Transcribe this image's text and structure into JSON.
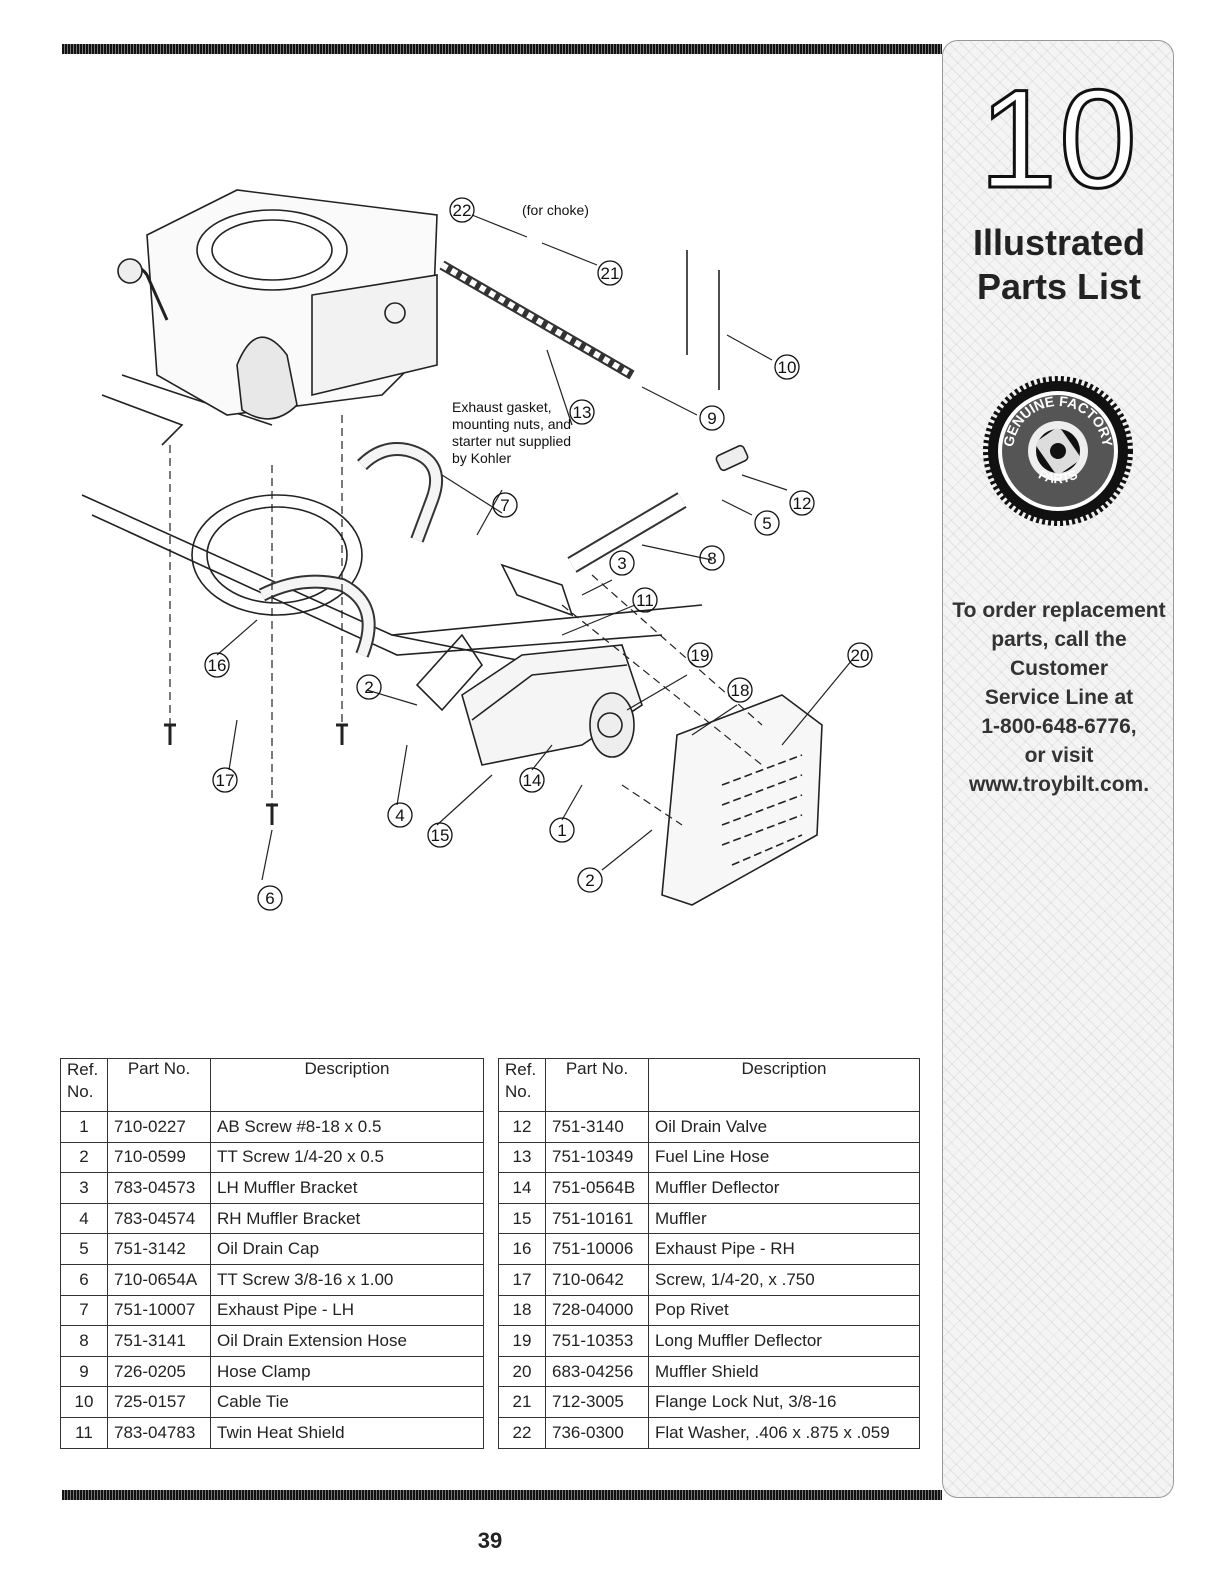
{
  "sidebar": {
    "chapter_number": "10",
    "title_line1": "Illustrated",
    "title_line2": "Parts List",
    "seal_top_text": "GENUINE FACTORY",
    "seal_bottom_text": "PARTS",
    "order_line1": "To order replacement",
    "order_line2": "parts, call the Customer",
    "order_line3": "Service Line at",
    "order_line4": "1-800-648-6776,",
    "order_line5": "or visit",
    "order_line6": "www.troybilt.com."
  },
  "diagram": {
    "choke_note": "(for choke)",
    "kohler_note_line1": "Exhaust gasket,",
    "kohler_note_line2": "mounting nuts, and",
    "kohler_note_line3": "starter nut supplied",
    "kohler_note_line4": "by Kohler",
    "callouts": {
      "c22": "22",
      "c21": "21",
      "c10": "10",
      "c9": "9",
      "c13": "13",
      "c12": "12",
      "c5": "5",
      "c7": "7",
      "c8": "8",
      "c3": "3",
      "c11": "11",
      "c19": "19",
      "c20": "20",
      "c18": "18",
      "c16": "16",
      "c2a": "2",
      "c17": "17",
      "c4": "4",
      "c15": "15",
      "c14": "14",
      "c1": "1",
      "c2b": "2",
      "c6": "6"
    }
  },
  "table_headers": {
    "ref_line1": "Ref.",
    "ref_line2": "No.",
    "part_no": "Part No.",
    "description": "Description"
  },
  "parts_left": [
    {
      "ref": "1",
      "part": "710-0227",
      "desc": "AB Screw #8-18 x 0.5"
    },
    {
      "ref": "2",
      "part": "710-0599",
      "desc": "TT Screw 1/4-20 x 0.5"
    },
    {
      "ref": "3",
      "part": "783-04573",
      "desc": "LH Muffler Bracket"
    },
    {
      "ref": "4",
      "part": "783-04574",
      "desc": "RH Muffler Bracket"
    },
    {
      "ref": "5",
      "part": "751-3142",
      "desc": "Oil Drain Cap"
    },
    {
      "ref": "6",
      "part": "710-0654A",
      "desc": "TT Screw 3/8-16 x 1.00"
    },
    {
      "ref": "7",
      "part": "751-10007",
      "desc": "Exhaust Pipe - LH"
    },
    {
      "ref": "8",
      "part": "751-3141",
      "desc": "Oil Drain Extension Hose"
    },
    {
      "ref": "9",
      "part": "726-0205",
      "desc": "Hose Clamp"
    },
    {
      "ref": "10",
      "part": "725-0157",
      "desc": "Cable Tie"
    },
    {
      "ref": "11",
      "part": "783-04783",
      "desc": "Twin Heat Shield"
    }
  ],
  "parts_right": [
    {
      "ref": "12",
      "part": "751-3140",
      "desc": "Oil Drain Valve"
    },
    {
      "ref": "13",
      "part": "751-10349",
      "desc": "Fuel Line Hose"
    },
    {
      "ref": "14",
      "part": "751-0564B",
      "desc": "Muffler Deflector"
    },
    {
      "ref": "15",
      "part": "751-10161",
      "desc": "Muffler"
    },
    {
      "ref": "16",
      "part": "751-10006",
      "desc": "Exhaust Pipe - RH"
    },
    {
      "ref": "17",
      "part": "710-0642",
      "desc": "Screw, 1/4-20, x .750"
    },
    {
      "ref": "18",
      "part": "728-04000",
      "desc": "Pop Rivet"
    },
    {
      "ref": "19",
      "part": "751-10353",
      "desc": "Long Muffler Deflector"
    },
    {
      "ref": "20",
      "part": "683-04256",
      "desc": "Muffler Shield"
    },
    {
      "ref": "21",
      "part": "712-3005",
      "desc": "Flange Lock Nut, 3/8-16"
    },
    {
      "ref": "22",
      "part": "736-0300",
      "desc": "Flat Washer, .406 x .875 x .059"
    }
  ],
  "page_number": "39"
}
